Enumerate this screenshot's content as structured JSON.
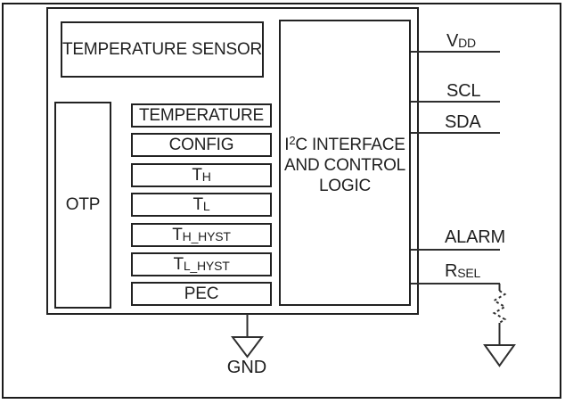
{
  "colors": {
    "background": "#ffffff",
    "line": "#2f2f2f",
    "text": "#1f1f1f"
  },
  "chip": {
    "blocks": {
      "temperature_sensor": "TEMPERATURE SENSOR",
      "otp": "OTP",
      "i2c": {
        "line1_pre": "I",
        "line1_sup": "2",
        "line1_post": "C INTERFACE",
        "line2": "AND CONTROL",
        "line3": "LOGIC"
      }
    },
    "registers": [
      {
        "main": "TEMPERATURE",
        "sub": ""
      },
      {
        "main": "CONFIG",
        "sub": ""
      },
      {
        "main": "T",
        "sub": "H"
      },
      {
        "main": "T",
        "sub": "L"
      },
      {
        "main": "T",
        "sub": "H_HYST"
      },
      {
        "main": "T",
        "sub": "L_HYST"
      },
      {
        "main": "PEC",
        "sub": ""
      }
    ]
  },
  "pins": {
    "vdd": {
      "main": "V",
      "sub": "DD"
    },
    "scl": {
      "main": "SCL",
      "sub": ""
    },
    "sda": {
      "main": "SDA",
      "sub": ""
    },
    "alarm": {
      "main": "ALARM",
      "sub": ""
    },
    "rsel": {
      "main": "R",
      "sub": "SEL"
    },
    "gnd": {
      "main": "GND",
      "sub": ""
    }
  }
}
